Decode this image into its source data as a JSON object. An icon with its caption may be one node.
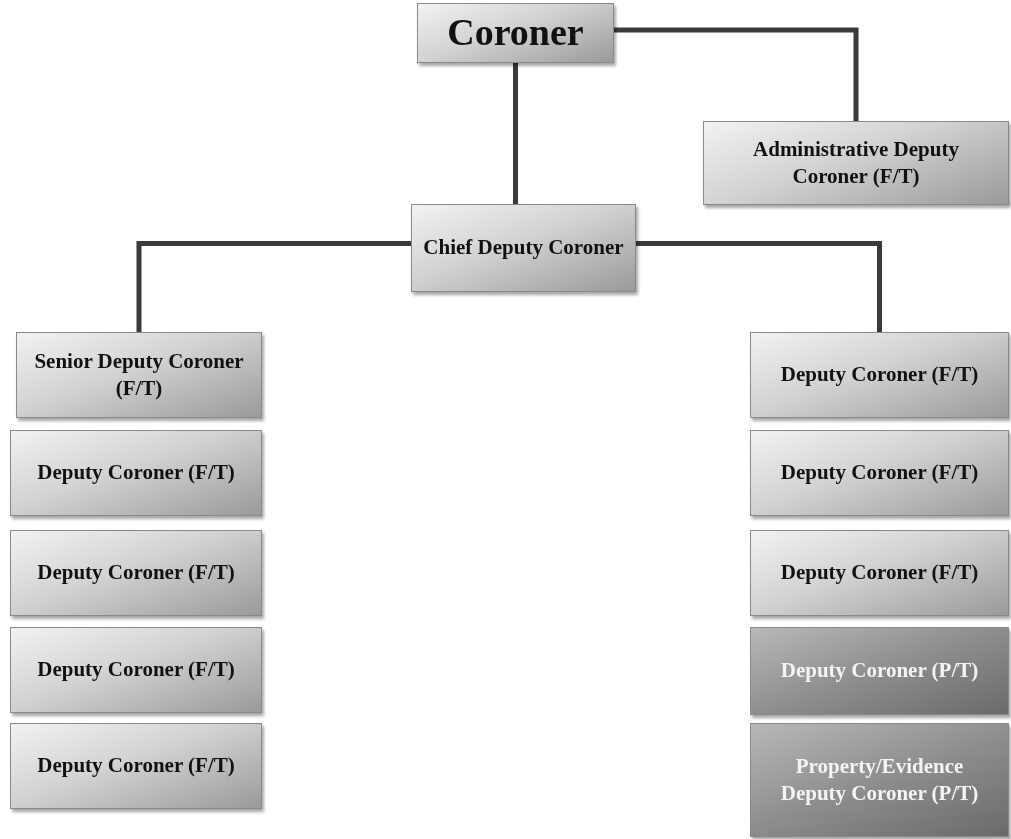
{
  "diagram": {
    "nodes": [
      {
        "text": [
          "Coroner"
        ]
      },
      {
        "text": [
          "Administrative Deputy Coroner (F/T)"
        ]
      },
      {
        "text": [
          "Chief Deputy Coroner"
        ]
      },
      {
        "text": [
          "Senior Deputy Coroner (F/T)"
        ]
      },
      {
        "text": [
          "Deputy Coroner (F/T)"
        ]
      },
      {
        "text": [
          "Deputy Coroner (F/T)"
        ]
      },
      {
        "text": [
          "Deputy Coroner (F/T)"
        ]
      },
      {
        "text": [
          "Deputy Coroner (F/T)"
        ]
      },
      {
        "text": [
          "Deputy Coroner (F/T)"
        ]
      },
      {
        "text": [
          "Deputy Coroner (F/T)"
        ]
      },
      {
        "text": [
          "Deputy Coroner (F/T)"
        ]
      },
      {
        "text": [
          "Deputy Coroner (P/T)"
        ]
      },
      {
        "text": [
          "Property/Evidence Deputy Coroner (P/T)"
        ]
      }
    ],
    "edges": [
      {
        "from": 0,
        "to": 2,
        "arrow": "none"
      },
      {
        "from": 0,
        "to": 1,
        "arrow": "none"
      },
      {
        "from": 2,
        "to": 3,
        "arrow": "none"
      },
      {
        "from": 2,
        "to": 8,
        "arrow": "none"
      }
    ]
  }
}
